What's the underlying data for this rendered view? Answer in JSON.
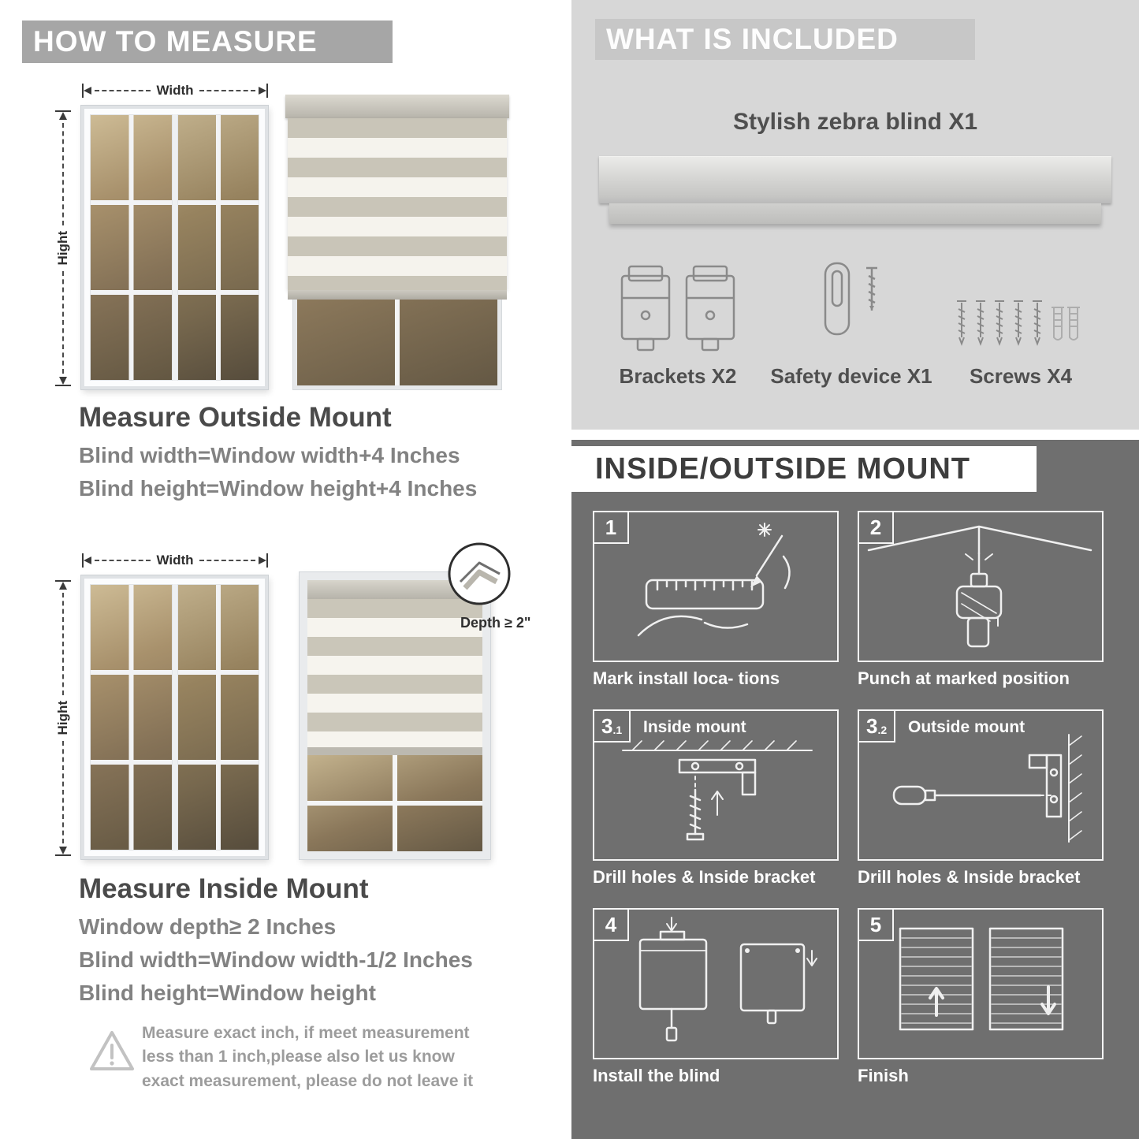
{
  "colors": {
    "banner_gray": "#a6a6a6",
    "included_bg": "#d7d7d7",
    "included_banner": "#c7c7c7",
    "dark_section": "#6f6f6f",
    "heading_text": "#4a4a4a",
    "body_text": "#828282"
  },
  "how_to_measure": {
    "header": "HOW TO MEASURE",
    "width_label": "Width",
    "height_label": "Hight",
    "outside": {
      "title": "Measure Outside Mount",
      "lines": [
        "Blind width=Window width+4 Inches",
        "Blind height=Window height+4 Inches"
      ]
    },
    "inside": {
      "depth_callout": "Depth ≥ 2\"",
      "title": "Measure Inside Mount",
      "lines": [
        "Window depth≥ 2 Inches",
        "Blind width=Window width-1/2 Inches",
        "Blind height=Window height"
      ]
    },
    "note": "Measure exact inch, if meet measurement less than 1 inch,please also let us know exact measurement, please do not leave it"
  },
  "included": {
    "header": "WHAT IS INCLUDED",
    "product_label": "Stylish zebra blind X1",
    "items": [
      "Brackets X2",
      "Safety device X1",
      "Screws X4"
    ]
  },
  "mount": {
    "header": "INSIDE/OUTSIDE MOUNT",
    "steps": [
      {
        "num": "1",
        "sub": "",
        "label": "",
        "caption": "Mark install loca- tions"
      },
      {
        "num": "2",
        "sub": "",
        "label": "",
        "caption": "Punch at  marked position"
      },
      {
        "num": "3",
        "sub": ".1",
        "label": "Inside mount",
        "caption": "Drill holes &  Inside bracket"
      },
      {
        "num": "3",
        "sub": ".2",
        "label": "Outside mount",
        "caption": "Drill holes &  Inside bracket"
      },
      {
        "num": "4",
        "sub": "",
        "label": "",
        "caption": "Install the blind"
      },
      {
        "num": "5",
        "sub": "",
        "label": "",
        "caption": "Finish"
      }
    ]
  }
}
